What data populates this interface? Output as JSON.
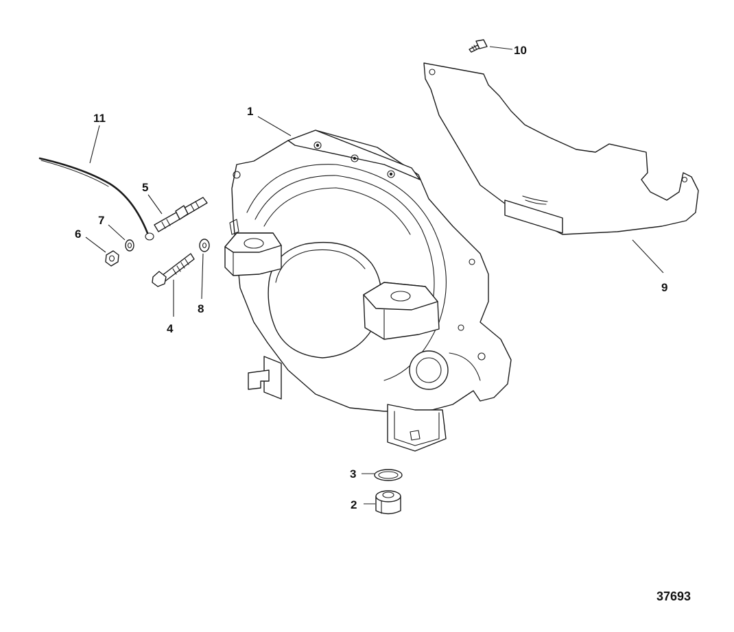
{
  "callouts": {
    "c1": "1",
    "c2": "2",
    "c3": "3",
    "c4": "4",
    "c5": "5",
    "c6": "6",
    "c7": "7",
    "c8": "8",
    "c9": "9",
    "c10": "10",
    "c11": "11"
  },
  "drawing_number": "37693"
}
